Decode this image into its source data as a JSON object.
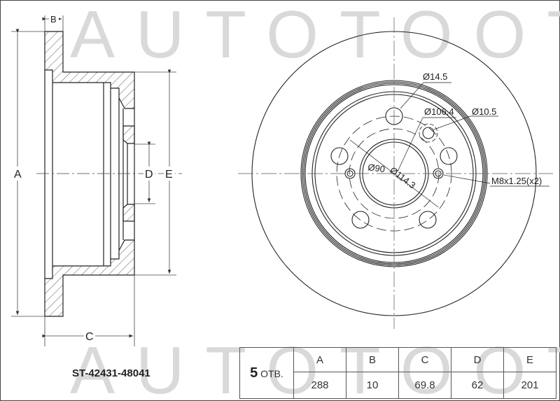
{
  "watermark": "AUTOTOOT",
  "part_number": "ST-42431-48041",
  "holes": {
    "count": "5",
    "suffix": "ОТВ."
  },
  "spec_table": {
    "headers": [
      "A",
      "B",
      "C",
      "D",
      "E"
    ],
    "values": [
      "288",
      "10",
      "69.8",
      "62",
      "201"
    ]
  },
  "section_view": {
    "labels": {
      "a": "A",
      "b": "B",
      "c": "C",
      "d": "D",
      "e": "E"
    }
  },
  "front_view": {
    "annotations": {
      "bolt_hole": "Ø14.5",
      "pcd_outer": "Ø106.4",
      "small_hole": "Ø10.5",
      "center_bore": "Ø90",
      "pcd": "Ø114.3",
      "thread": "M8x1.25(x2)"
    }
  },
  "colors": {
    "line": "#222222",
    "watermark": "#d9d9d9",
    "border": "#555555"
  }
}
